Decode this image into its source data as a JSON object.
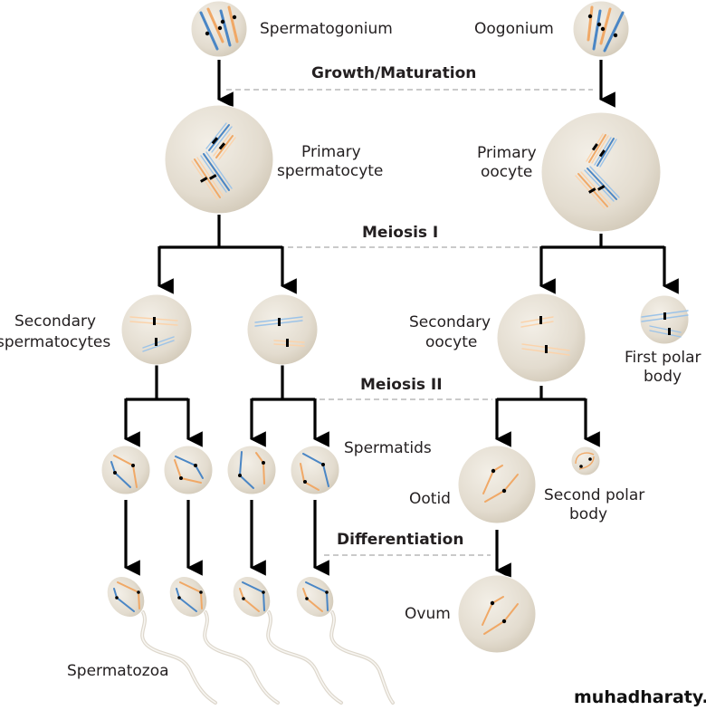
{
  "title": "Spermatogenesis and Oogenesis",
  "stages": {
    "growth": "Growth/Maturation",
    "meiosis1": "Meiosis I",
    "meiosis2": "Meiosis II",
    "differentiation": "Differentiation"
  },
  "male": {
    "spermatogonium": "Spermatogonium",
    "primary_line1": "Primary",
    "primary_line2": "spermatocyte",
    "secondary_line1": "Secondary",
    "secondary_line2": "spermatocytes",
    "spermatids": "Spermatids",
    "spermatozoa": "Spermatozoa"
  },
  "female": {
    "oogonium": "Oogonium",
    "primary_line1": "Primary",
    "primary_line2": "oocyte",
    "secondary_line1": "Secondary",
    "secondary_line2": "oocyte",
    "first_polar_line1": "First polar",
    "first_polar_line2": "body",
    "ootid": "Ootid",
    "second_polar_line1": "Second polar",
    "second_polar_line2": "body",
    "ovum": "Ovum"
  },
  "watermark": "muhadharaty.com",
  "colors": {
    "chromosome_paternal": "#4a86c5",
    "chromosome_maternal": "#f0a866",
    "cell": "#e4ddd0",
    "arrow": "#000000"
  }
}
